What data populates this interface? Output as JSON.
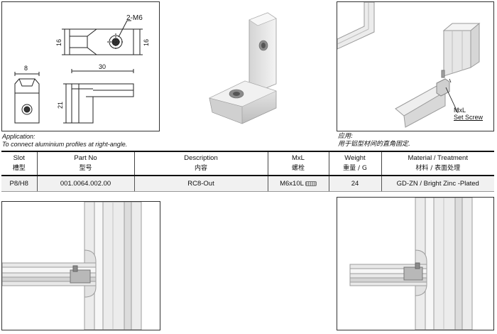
{
  "drawing": {
    "thread_label": "2-M6",
    "dim_top_left": "16",
    "dim_top_right": "16",
    "dim_width": "8",
    "dim_length": "30",
    "dim_height": "21"
  },
  "application": {
    "label_en": "Application:",
    "text_en": "To connect aluminium profiles at right-angle.",
    "label_cn": "应用:",
    "text_cn": "用于铝型材间的直角固定."
  },
  "callout": {
    "line1": "MxL",
    "line2": "Set Screw"
  },
  "table": {
    "headers": [
      {
        "en": "Slot",
        "cn": "槽型"
      },
      {
        "en": "Part No",
        "cn": "型号"
      },
      {
        "en": "Description",
        "cn": "内容"
      },
      {
        "en": "MxL",
        "cn": "螺栓"
      },
      {
        "en": "Weight",
        "cn": "重量 / G"
      },
      {
        "en": "Material / Treatment",
        "cn": "材料 / 表面处理"
      }
    ],
    "rows": [
      [
        "P8/H8",
        "001.0064.002.00",
        "RC8-Out",
        "M6x10L",
        "24",
        "GD-ZN / Bright  Zinc -Plated"
      ]
    ]
  },
  "colors": {
    "border": "#333333",
    "row_bg": "#f1f1f1",
    "metal_light": "#e6e6e6",
    "metal_dark": "#9a9a9a"
  }
}
